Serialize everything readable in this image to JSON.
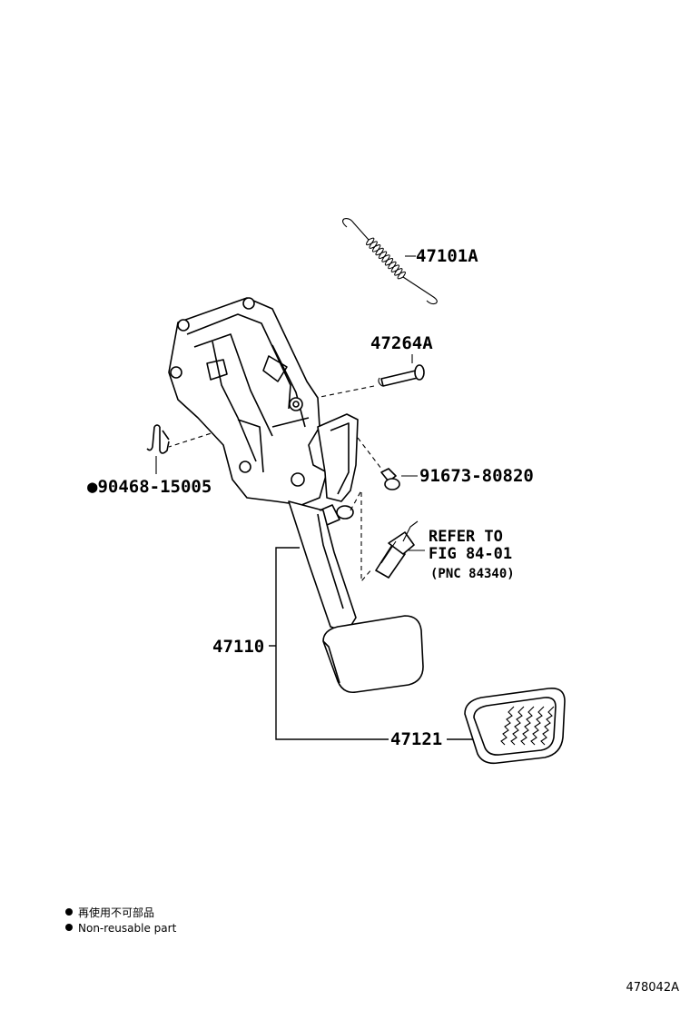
{
  "diagram": {
    "parts": {
      "spring": "47101A",
      "pin": "47264A",
      "clip": "90468-15005",
      "bolt": "91673-80820",
      "pedal_assy": "47110",
      "pedal_pad": "47121"
    },
    "clip_marker": "●",
    "refer": {
      "line1": "REFER TO",
      "line2": "FIG 84-01",
      "line3": "(PNC 84340)"
    },
    "legend": {
      "bullet": "●",
      "japanese": "再使用不可部品",
      "english": "Non-reusable part"
    },
    "figure_id": "478042A"
  }
}
